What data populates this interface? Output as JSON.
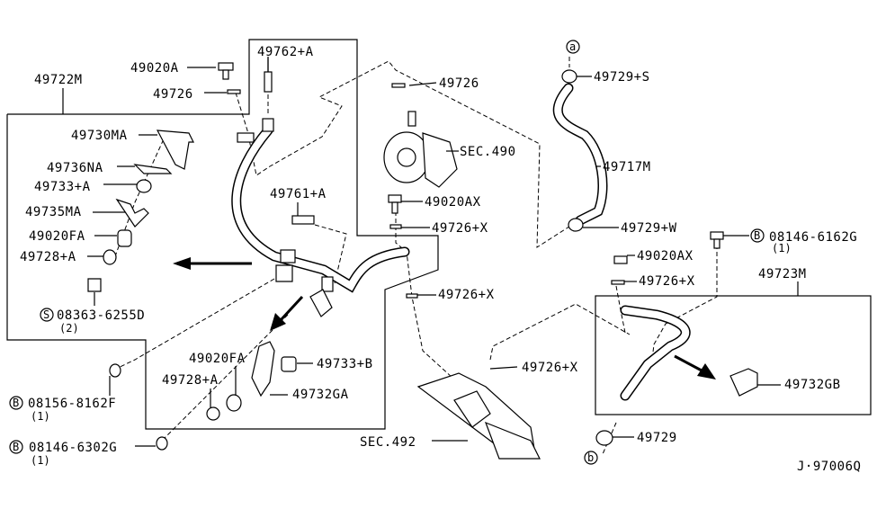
{
  "diagram": {
    "labels": {
      "p49722M": "49722M",
      "p49020A": "49020A",
      "p49726_a": "49726",
      "p49762A": "49762+A",
      "p49730MA": "49730MA",
      "p49736NA": "49736NA",
      "p49733A": "49733+A",
      "p49735MA": "49735MA",
      "p49020FA_a": "49020FA",
      "p49728A_a": "49728+A",
      "s08363": "08363-6255D",
      "s08363_qty": "(2)",
      "p49726_b": "49726",
      "sec490": "SEC.490",
      "p49729S": "49729+S",
      "p49717M": "49717M",
      "p49761A": "49761+A",
      "p49020AX_a": "49020AX",
      "p49726X_a": "49726+X",
      "p49729W": "49729+W",
      "b08146_6162G": "08146-6162G",
      "b08146_6162G_qty": "(1)",
      "p49020AX_b": "49020AX",
      "p49726X_b": "49726+X",
      "p49723M": "49723M",
      "p49726X_c": "49726+X",
      "p49020FA_b": "49020FA",
      "p49733B": "49733+B",
      "p49728A_b": "49728+A",
      "p49732GA": "49732GA",
      "b08156_8162F": "08156-8162F",
      "b08156_8162F_qty": "(1)",
      "p49726X_d": "49726+X",
      "p49732GB": "49732GB",
      "sec492": "SEC.492",
      "p49729": "49729",
      "b08146_6302G": "08146-6302G",
      "b08146_6302G_qty": "(1)",
      "ref_code": "J·97006Q"
    },
    "symbols": {
      "bolt_marker": "B",
      "screw_marker": "S",
      "connector_a": "a",
      "connector_b": "b"
    }
  }
}
